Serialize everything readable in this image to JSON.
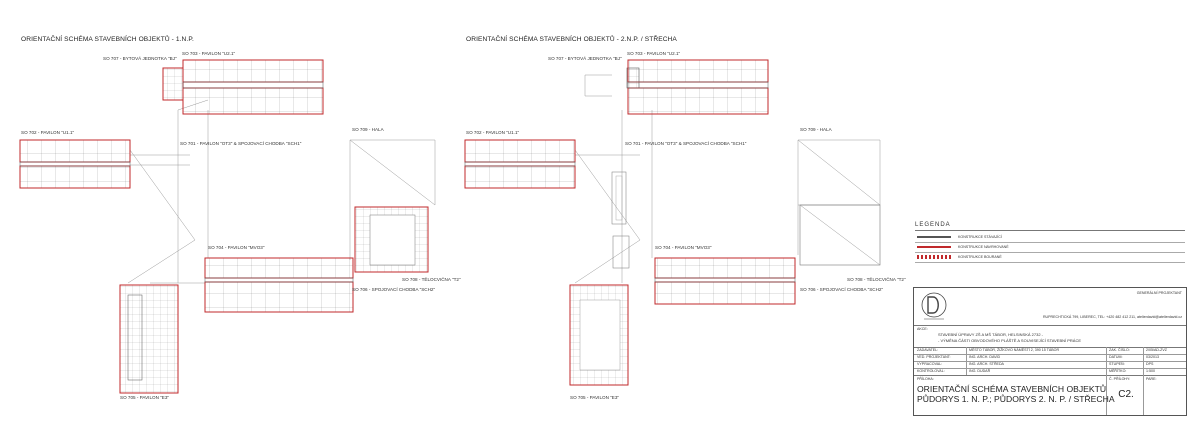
{
  "sheet_1": {
    "title": "ORIENTAČNÍ SCHÉMA STAVEBNÍCH OBJEKTŮ - 1.N.P.",
    "labels": {
      "so707": "SO 707 - BYTOVÁ JEDNOTKA \"BJ\"",
      "so703": "SO 703 - PAVILON \"U2.1\"",
      "so702": "SO 702 - PAVILON \"U1.1\"",
      "so701": "SO 701 - PAVILON \"OT3\" & SPOJOVACÍ CHODBA \"SCH1\"",
      "so709": "SO 709 - HALA",
      "so704": "SO 704 - PAVILON \"MVO3\"",
      "so708": "SO 708 - TĚLOCVIČNA \"T2\"",
      "so706": "SO 706 - SPOJOVACÍ CHODBA \"SCH2\"",
      "so705": "SO 705 - PAVILON \"E3\""
    }
  },
  "sheet_2": {
    "title": "ORIENTAČNÍ SCHÉMA STAVEBNÍCH OBJEKTŮ - 2.N.P. / STŘECHA",
    "labels": {
      "so707": "SO 707 - BYTOVÁ JEDNOTKA \"BJ\"",
      "so703": "SO 703 - PAVILON \"U2.1\"",
      "so702": "SO 702 - PAVILON \"U1.1\"",
      "so701": "SO 701 - PAVILON \"OT3\" & SPOJOVACÍ CHODBA \"SCH1\"",
      "so709": "SO 709 - HALA",
      "so704": "SO 704 - PAVILON \"MVO3\"",
      "so708": "SO 708 - TĚLOCVIČNA \"T2\"",
      "so706": "SO 706 - SPOJOVACÍ CHODBA \"SCH2\"",
      "so705": "SO 705 - PAVILON \"E3\""
    }
  },
  "legend": {
    "title": "LEGENDA",
    "items": [
      "KONSTRUKCE STÁVAJÍCÍ",
      "KONSTRUKCE NAVRHOVANÉ",
      "KONSTRUKCE BOURANÉ"
    ]
  },
  "title_block": {
    "general_designer": "GENERÁLNÍ PROJEKTANT",
    "address": "RUPRECHTICKÁ 799, LIBEREC,  TEL: +420 482 412 211,  atelierdavid@atelierdavid.cz",
    "akce_label": "AKCE:",
    "akce_line1": "STAVEBNÍ ÚPRAVY ZŠ A MŠ TÁBOR, HELSINSKÁ 2732 -",
    "akce_line2": "- VÝMĚNA ČÁSTI OBVODOVÉHO PLÁŠTĚ A SOUVISEJÍCÍ STAVEBNÍ PRÁCE",
    "rows": [
      {
        "key": "ZADAVATEL:",
        "value": "MĚSTO TÁBOR, ŽIŽKOVO NÁMĚSTÍ 2, 390 15 TÁBOR",
        "k2": "ZAK. ČÍSLO:",
        "v2": "2/05/AD-ZVZ"
      },
      {
        "key": "VED. PROJEKTANT:",
        "value": "ING. ARCH. DAVID",
        "k2": "DATUM:",
        "v2": "03/2013"
      },
      {
        "key": "VYPRACOVAL:",
        "value": "ING. ARCH. STŘEDA",
        "k2": "STUPEŇ:",
        "v2": "DPS"
      },
      {
        "key": "KONTROLOVAL:",
        "value": "ING. DUDAŘ",
        "k2": "MĚŘÍTKO:",
        "v2": "1:500"
      }
    ],
    "priloha_label": "PŘÍLOHA:",
    "c_prilohy_label": "Č. PŘÍLOHY:",
    "pare_label": "PARE:",
    "main_title_1": "ORIENTAČNÍ SCHÉMA STAVEBNÍCH OBJEKTŮ",
    "main_title_2": "PŮDORYS 1. N. P.; PŮDORYS 2. N. P. / STŘECHA",
    "sheet_number": "C2."
  },
  "colors": {
    "accent_red": "#c0292b",
    "existing": "#555555"
  }
}
